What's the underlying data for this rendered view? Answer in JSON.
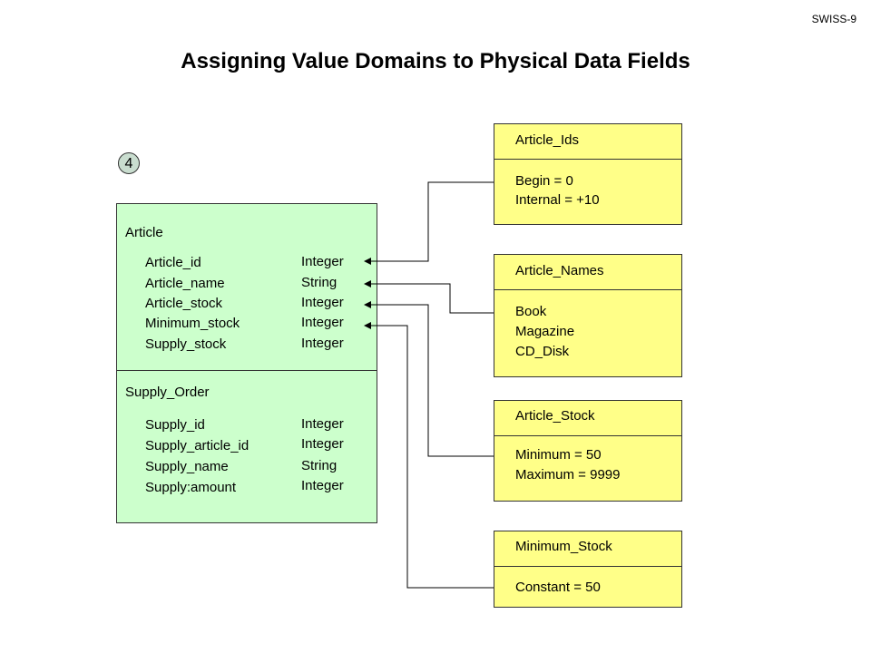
{
  "slide_id": "SWISS-9",
  "title": "Assigning Value Domains to Physical Data Fields",
  "step_badge": "4",
  "entities": [
    {
      "name": "Article",
      "fields": [
        {
          "name": "Article_id",
          "type": "Integer"
        },
        {
          "name": "Article_name",
          "type": "String"
        },
        {
          "name": "Article_stock",
          "type": "Integer"
        },
        {
          "name": "Minimum_stock",
          "type": "Integer"
        },
        {
          "name": "Supply_stock",
          "type": "Integer"
        }
      ]
    },
    {
      "name": "Supply_Order",
      "fields": [
        {
          "name": "Supply_id",
          "type": "Integer"
        },
        {
          "name": "Supply_article_id",
          "type": "Integer"
        },
        {
          "name": "Supply_name",
          "type": "String"
        },
        {
          "name": "Supply:amount",
          "type": "Integer"
        }
      ]
    }
  ],
  "domains": [
    {
      "name": "Article_Ids",
      "values": [
        "Begin = 0",
        "Internal = +10"
      ]
    },
    {
      "name": "Article_Names",
      "values": [
        "Book",
        "Magazine",
        "CD_Disk"
      ]
    },
    {
      "name": "Article_Stock",
      "values": [
        "Minimum = 50",
        "Maximum = 9999"
      ]
    },
    {
      "name": "Minimum_Stock",
      "values": [
        "Constant = 50"
      ]
    }
  ],
  "colors": {
    "entity_fill": "#ccffcc",
    "domain_fill": "#ffff88",
    "badge_fill": "#c9ddcf",
    "line": "#000000"
  }
}
